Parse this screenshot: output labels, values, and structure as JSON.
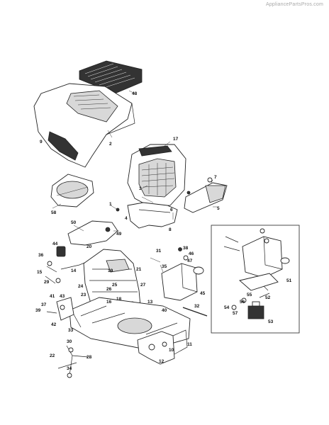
{
  "watermark": "AppliancePartsPros.com",
  "callouts": [
    "48",
    "9",
    "2",
    "17",
    "7",
    "3",
    "1",
    "6",
    "5",
    "58",
    "4",
    "49",
    "8",
    "50",
    "44",
    "36",
    "15",
    "29",
    "20",
    "19",
    "21",
    "25",
    "26",
    "24",
    "14",
    "23",
    "16",
    "18",
    "38",
    "46",
    "47",
    "35",
    "45",
    "31",
    "27",
    "22",
    "41",
    "43",
    "37",
    "39",
    "42",
    "33",
    "32",
    "40",
    "13",
    "30",
    "34",
    "28",
    "10",
    "11",
    "12",
    "53",
    "55",
    "56",
    "57",
    "54",
    "52",
    "51"
  ]
}
